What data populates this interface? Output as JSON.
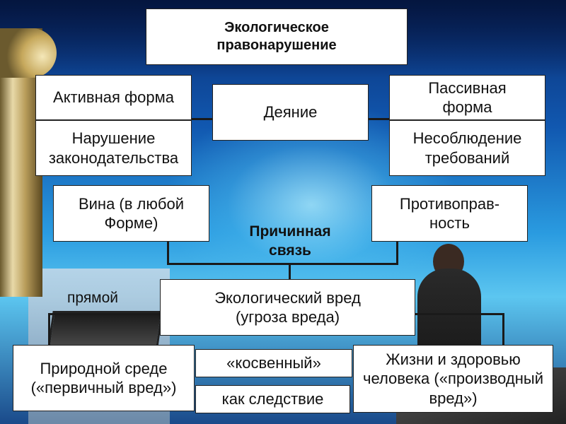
{
  "title": "Экологическое правонарушение",
  "active_form": "Активная форма",
  "act": "Деяние",
  "passive_form": "Пассивная форма",
  "violation_law": "Нарушение законодательства",
  "noncompliance": "Несоблюдение требований",
  "guilt": "Вина (в любой Форме)",
  "unlawfulness": "Противоправ-ность",
  "causal_link": "Причинная связь",
  "direct": "прямой",
  "eco_harm": "Экологический вред (угроза вреда)",
  "natural_env": "Природной среде («первичный вред»)",
  "indirect": "«косвенный»",
  "as_consequence": "как следствие",
  "life_health": "Жизни и здоровью человека («производный вред»)"
}
